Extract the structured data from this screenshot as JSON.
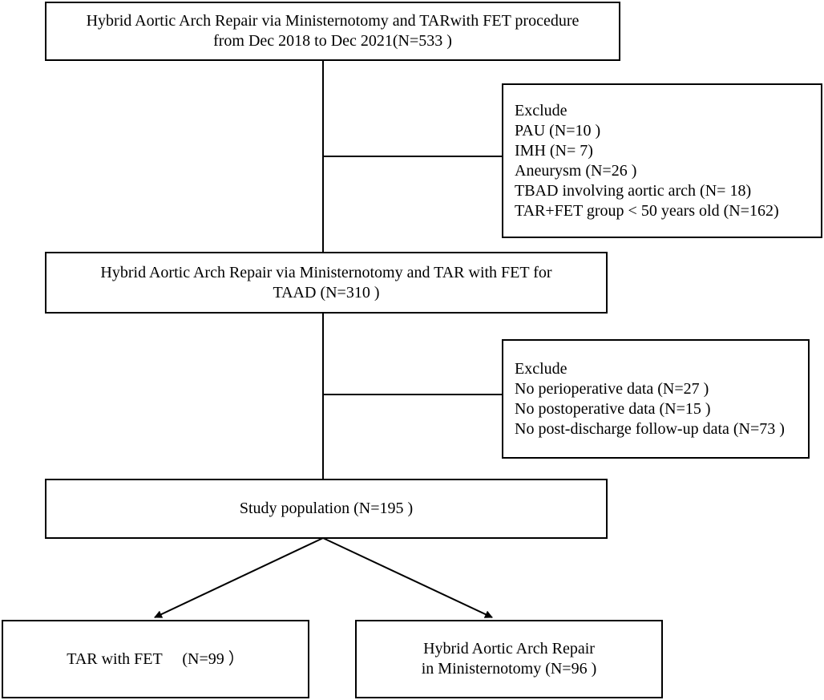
{
  "flowchart": {
    "start": {
      "lines": [
        "Hybrid Aortic Arch Repair via Ministernotomy and TARwith FET procedure",
        "from Dec 2018 to Dec 2021(N=533 )"
      ]
    },
    "exclude_1": {
      "heading": "Exclude",
      "items": [
        "PAU (N=10 )",
        "IMH (N= 7)",
        "Aneurysm (N=26 )",
        "TBAD involving aortic arch (N= 18)",
        "TAR+FET group < 50 years old (N=162)"
      ]
    },
    "middle": {
      "lines": [
        "Hybrid Aortic Arch Repair via Ministernotomy and TAR with FET for",
        "TAAD (N=310 )"
      ]
    },
    "exclude_2": {
      "heading": "Exclude",
      "items": [
        "No perioperative data (N=27 )",
        "No postoperative data (N=15 )",
        "No post-discharge follow-up data (N=73 )"
      ]
    },
    "population": {
      "lines": [
        "Study population (N=195 )"
      ]
    },
    "group_left": {
      "lines": [
        "TAR with FET 　(N=99 ）"
      ]
    },
    "group_right": {
      "lines": [
        "Hybrid Aortic Arch Repair",
        "in Ministernotomy (N=96 )"
      ]
    }
  }
}
